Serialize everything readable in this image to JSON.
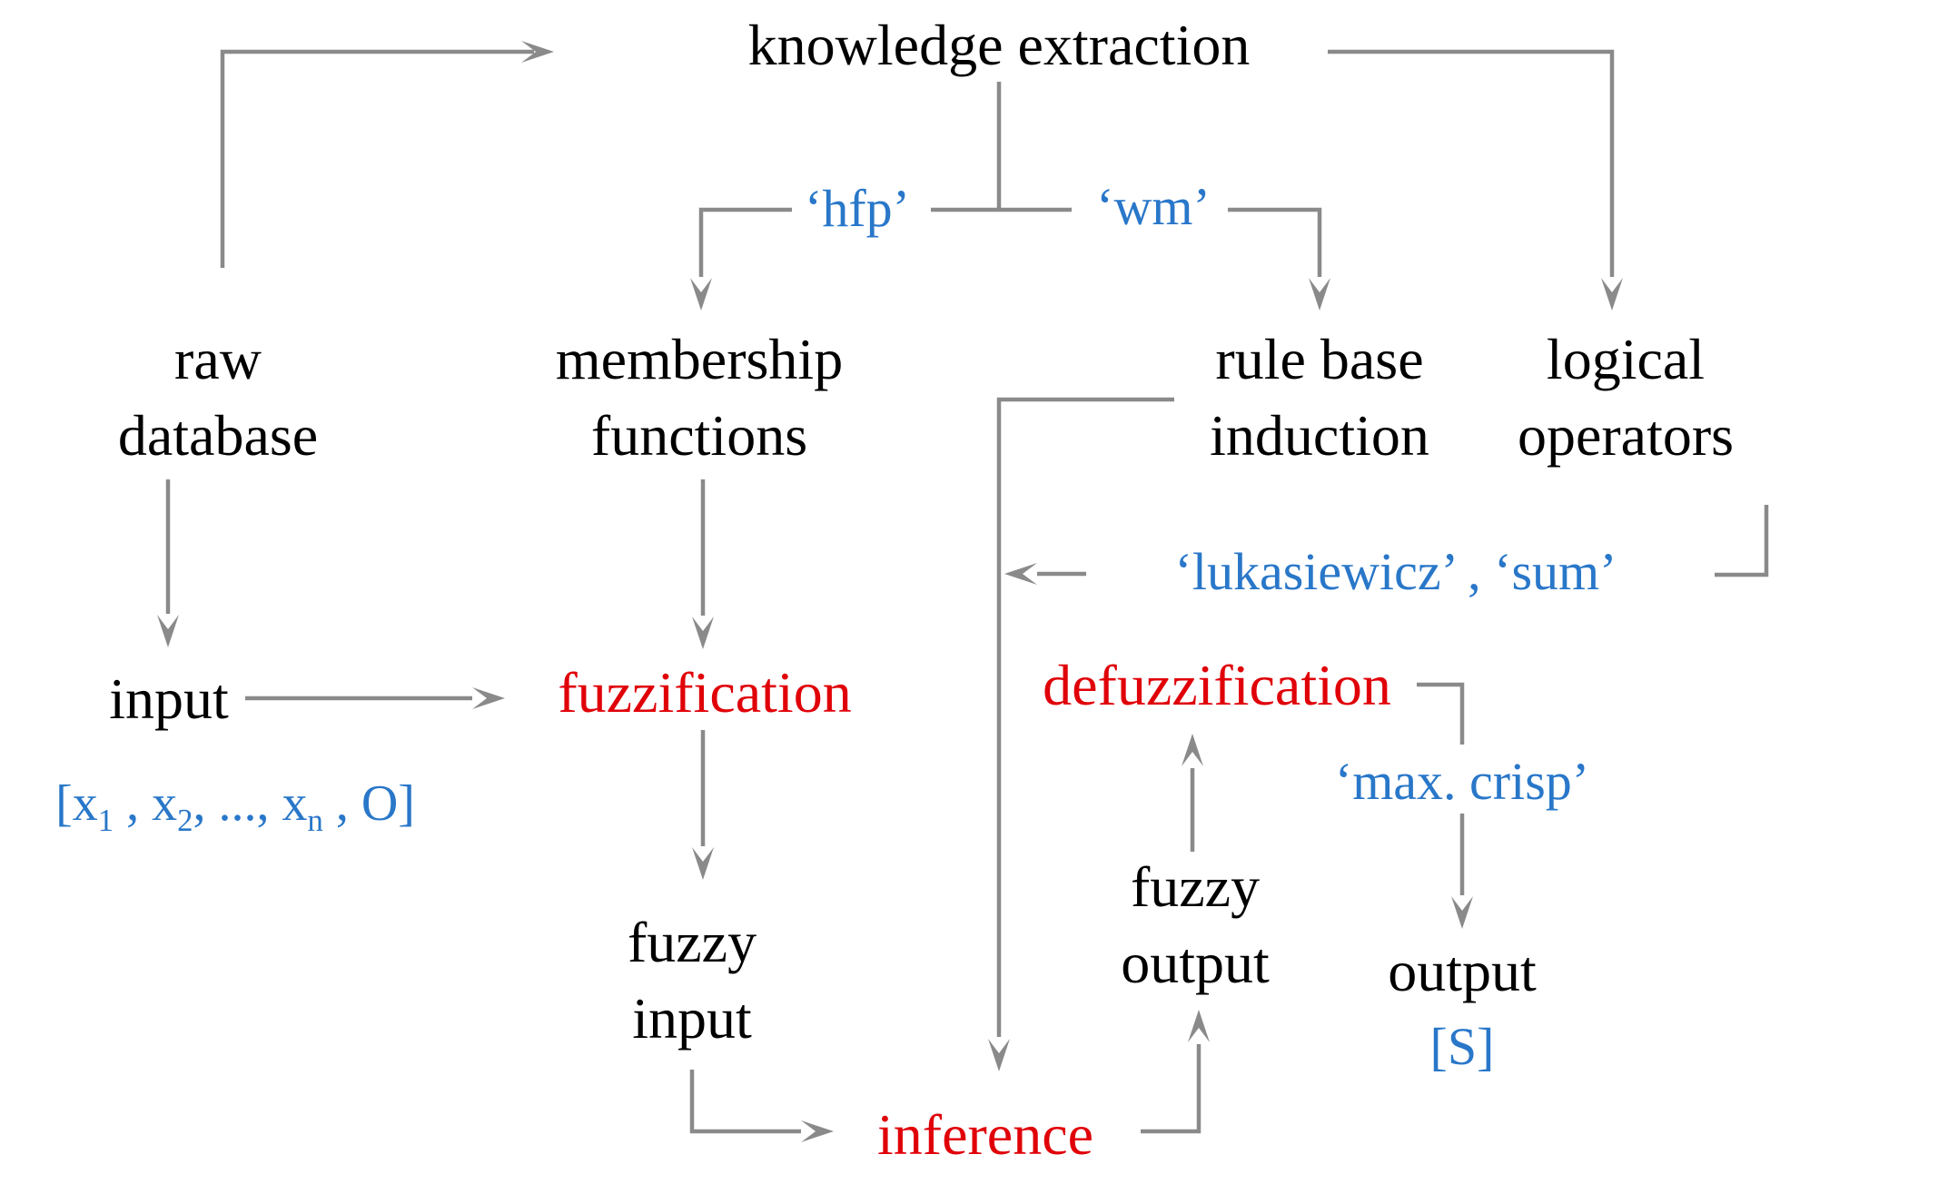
{
  "figure": {
    "type": "flow-diagram",
    "description": "fuzzy logic system workflow"
  },
  "colors": {
    "accent_blue": "#2977c9",
    "accent_red": "#e00008",
    "line_gray": "#8a8a8a",
    "text_black": "#000000",
    "background": "#ffffff"
  },
  "nodes": {
    "knowledge_extraction": {
      "label": "knowledge extraction"
    },
    "hfp": {
      "label": "‘hfp’"
    },
    "wm": {
      "label": "‘wm’"
    },
    "raw_database": {
      "label": "raw\ndatabase"
    },
    "membership_functions": {
      "label": "membership\nfunctions"
    },
    "rule_base_induction": {
      "label": "rule base\ninduction"
    },
    "logical_operators": {
      "label": "logical\noperators"
    },
    "input": {
      "label": "input"
    },
    "fuzzification": {
      "label": "fuzzification"
    },
    "defuzzification": {
      "label": "defuzzification"
    },
    "lukasiewicz_sum": {
      "label": "‘lukasiewicz’ , ‘sum’"
    },
    "max_crisp": {
      "label": "‘max. crisp’"
    },
    "fuzzy_input": {
      "label": "fuzzy\ninput"
    },
    "fuzzy_output": {
      "label": "fuzzy\noutput"
    },
    "inference": {
      "label": "inference"
    },
    "output": {
      "label": "output"
    },
    "input_vector": {
      "segments": [
        {
          "text": "[x"
        },
        {
          "sub": "1"
        },
        {
          "text": " , x"
        },
        {
          "sub": "2"
        },
        {
          "text": ", ..., x"
        },
        {
          "sub": "n"
        },
        {
          "text": " , O]"
        }
      ]
    },
    "output_vector": {
      "label": "[S]"
    }
  },
  "edges": [
    {
      "from": "raw database",
      "to": "knowledge extraction"
    },
    {
      "from": "knowledge extraction",
      "to": "membership functions",
      "label": "‘hfp’"
    },
    {
      "from": "knowledge extraction",
      "to": "rule base induction",
      "label": "‘wm’"
    },
    {
      "from": "knowledge extraction",
      "to": "logical operators"
    },
    {
      "from": "raw database",
      "to": "input"
    },
    {
      "from": "membership functions",
      "to": "fuzzification"
    },
    {
      "from": "input",
      "to": "fuzzification"
    },
    {
      "from": "fuzzification",
      "to": "fuzzy input"
    },
    {
      "from": "fuzzy input",
      "to": "inference"
    },
    {
      "from": "rule base induction",
      "to": "inference"
    },
    {
      "from": "logical operators",
      "to": "inference",
      "label": "‘lukasiewicz’ , ‘sum’"
    },
    {
      "from": "inference",
      "to": "fuzzy output"
    },
    {
      "from": "fuzzy output",
      "to": "defuzzification"
    },
    {
      "from": "defuzzification",
      "to": "output",
      "label": "‘max. crisp’"
    }
  ]
}
